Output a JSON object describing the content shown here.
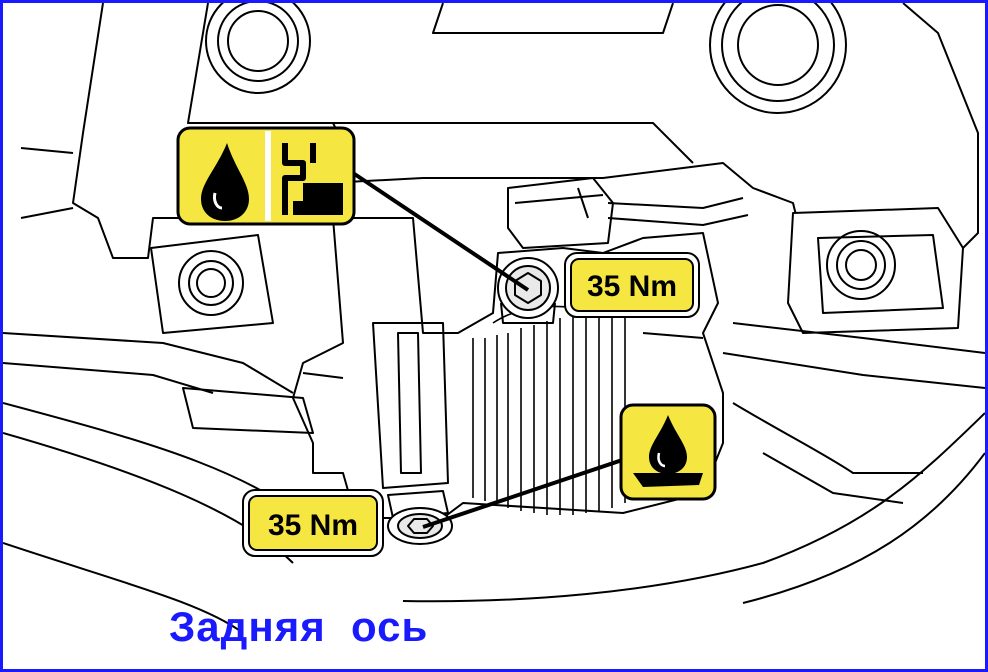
{
  "diagram": {
    "caption": "Задняя  ось",
    "torque_fill": "35 Nm",
    "torque_drain": "35 Nm"
  },
  "colors": {
    "badge_yellow": "#f5e642",
    "caption_blue": "#1a1aff",
    "frame_blue": "#1a1aff",
    "line": "#000000"
  },
  "icons": {
    "fill_plug": [
      "oil-drop-icon",
      "fill-level-icon"
    ],
    "drain_plug": "oil-drain-icon"
  }
}
